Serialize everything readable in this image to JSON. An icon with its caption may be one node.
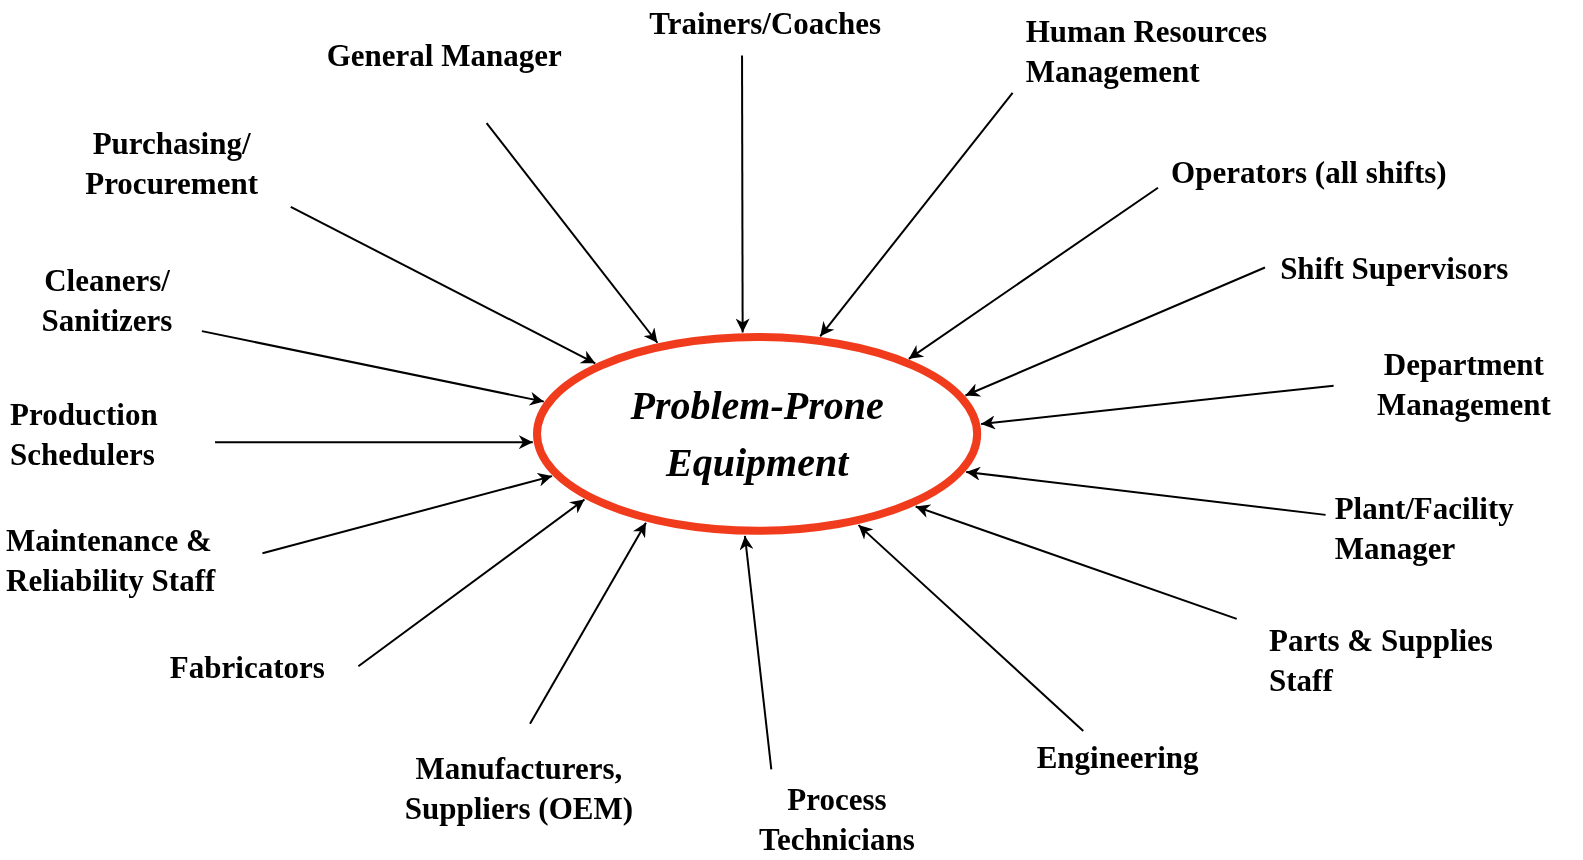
{
  "diagram": {
    "nodes": [
      {
        "text": [
          "Problem-Prone Equipment"
        ]
      },
      {
        "text": [
          "Trainers/Coaches"
        ]
      },
      {
        "text": [
          "General Manager"
        ]
      },
      {
        "text": [
          "Human Resources Management"
        ]
      },
      {
        "text": [
          "Purchasing/ Procurement"
        ]
      },
      {
        "text": [
          "Operators (all shifts)"
        ]
      },
      {
        "text": [
          "Cleaners/ Sanitizers"
        ]
      },
      {
        "text": [
          "Shift Supervisors"
        ]
      },
      {
        "text": [
          "Department Management"
        ]
      },
      {
        "text": [
          "Production Schedulers"
        ]
      },
      {
        "text": [
          "Plant/Facility Manager"
        ]
      },
      {
        "text": [
          "Maintenance & Reliability Staff"
        ]
      },
      {
        "text": [
          "Fabricators"
        ]
      },
      {
        "text": [
          "Parts & Supplies Staff"
        ]
      },
      {
        "text": [
          "Engineering"
        ]
      },
      {
        "text": [
          "Manufacturers, Suppliers (OEM)"
        ]
      },
      {
        "text": [
          "Process Technicians"
        ]
      }
    ],
    "edges": [
      {
        "from": 1,
        "to": 0,
        "arrow": "to"
      },
      {
        "from": 2,
        "to": 0,
        "arrow": "to"
      },
      {
        "from": 3,
        "to": 0,
        "arrow": "to"
      },
      {
        "from": 4,
        "to": 0,
        "arrow": "to"
      },
      {
        "from": 5,
        "to": 0,
        "arrow": "to"
      },
      {
        "from": 6,
        "to": 0,
        "arrow": "to"
      },
      {
        "from": 7,
        "to": 0,
        "arrow": "to"
      },
      {
        "from": 8,
        "to": 0,
        "arrow": "to"
      },
      {
        "from": 9,
        "to": 0,
        "arrow": "to"
      },
      {
        "from": 10,
        "to": 0,
        "arrow": "to"
      },
      {
        "from": 11,
        "to": 0,
        "arrow": "to"
      },
      {
        "from": 12,
        "to": 0,
        "arrow": "to"
      },
      {
        "from": 13,
        "to": 0,
        "arrow": "to"
      },
      {
        "from": 14,
        "to": 0,
        "arrow": "to"
      },
      {
        "from": 15,
        "to": 0,
        "arrow": "to"
      },
      {
        "from": 16,
        "to": 0,
        "arrow": "to"
      }
    ]
  }
}
